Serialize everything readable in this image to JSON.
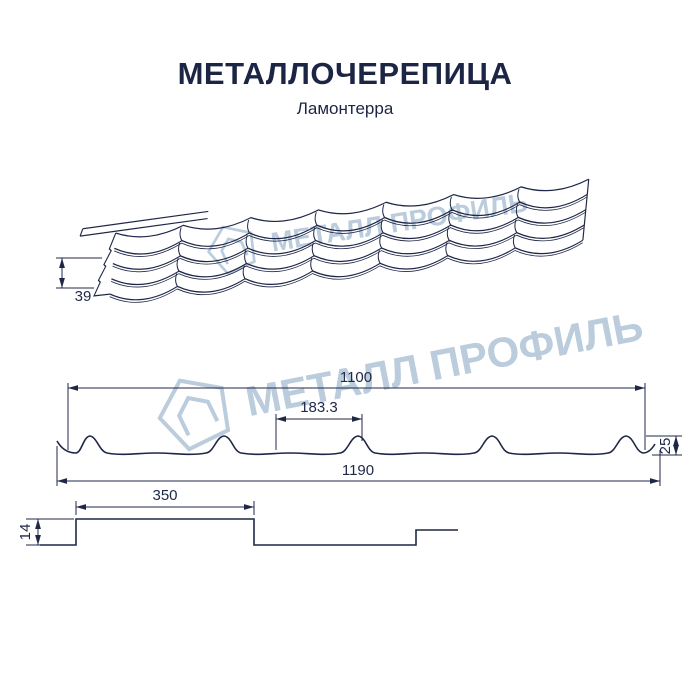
{
  "header": {
    "title": "МЕТАЛЛОЧЕРЕПИЦА",
    "subtitle": "Ламонтерра"
  },
  "watermark": {
    "text": "МЕТАЛЛ ПРОФИЛЬ"
  },
  "colors": {
    "line": "#1f2747",
    "watermark": "#b4c7d9"
  },
  "perspective_view": {
    "dim_step_height": "39"
  },
  "cross_section": {
    "dim_cover_width": "1100",
    "dim_wave_pitch": "183.3",
    "dim_profile_height": "25",
    "dim_total_width": "1190"
  },
  "step_profile": {
    "dim_module_length": "350",
    "dim_step_height": "14"
  }
}
